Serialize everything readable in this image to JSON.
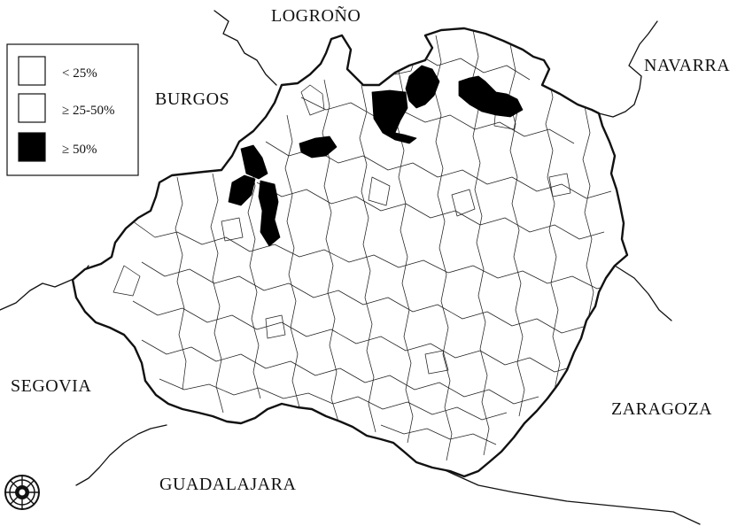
{
  "map": {
    "neighbors": {
      "logrono": "LOGROÑO",
      "navarra": "NAVARRA",
      "burgos": "BURGOS",
      "segovia": "SEGOVIA",
      "zaragoza": "ZARAGOZA",
      "guadalajara": "GUADALAJARA"
    },
    "legend": {
      "items": [
        {
          "label": "< 25%",
          "fill": "#ffffff"
        },
        {
          "label": "≥ 25-50%",
          "fill": "#ffffff"
        },
        {
          "label": "≥ 50%",
          "fill": "#000000"
        }
      ]
    },
    "colors": {
      "outline": "#111111",
      "highlight": "#000000",
      "background": "#ffffff"
    },
    "logo_icon": "circular-emblem-icon"
  }
}
